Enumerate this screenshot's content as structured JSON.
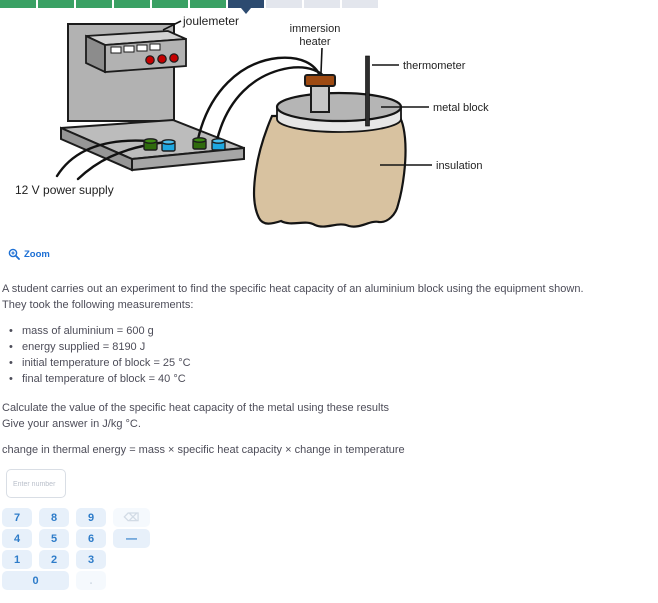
{
  "progress": {
    "total_segments": 10,
    "completed_segments": 6,
    "current_segment_index": 6,
    "colors": {
      "done": "#3aa164",
      "current": "#2d4b70",
      "todo": "#e3e6ed"
    }
  },
  "diagram": {
    "labels": {
      "joulemeter": "joulemeter",
      "immersion_heater_line1": "immersion",
      "immersion_heater_line2": "heater",
      "thermometer": "thermometer",
      "metal_block": "metal block",
      "insulation": "insulation",
      "power_supply": "12 V power supply"
    },
    "colors": {
      "panel_gray": "#b2b2b2",
      "insulation_tan": "#d8c2a0",
      "heater_cap_brown": "#9e4a12",
      "terminal_green": "#2f6b0d",
      "terminal_blue": "#1ea7e0",
      "button_red": "#c40000"
    }
  },
  "zoom_link": {
    "label": "Zoom"
  },
  "question": {
    "intro_line1": "A student carries out an experiment to find the specific heat capacity of an aluminium block using the equipment shown.",
    "intro_line2": "They took the following measurements:",
    "measurements": [
      "mass of aluminium = 600 g",
      "energy supplied = 8190 J",
      "initial temperature of block = 25 °C",
      "final temperature of block = 40 °C"
    ],
    "task_line1": "Calculate the value of the specific heat capacity of the metal using these results",
    "task_line2": "Give your answer in J/kg °C.",
    "formula": "change in thermal energy = mass × specific heat capacity × change in temperature"
  },
  "answer": {
    "value": "",
    "placeholder": "Enter number"
  },
  "keypad": {
    "k7": "7",
    "k8": "8",
    "k9": "9",
    "backspace": "⌫",
    "k4": "4",
    "k5": "5",
    "k6": "6",
    "minus": "—",
    "k1": "1",
    "k2": "2",
    "k3": "3",
    "k0": "0",
    "decimal": "."
  }
}
